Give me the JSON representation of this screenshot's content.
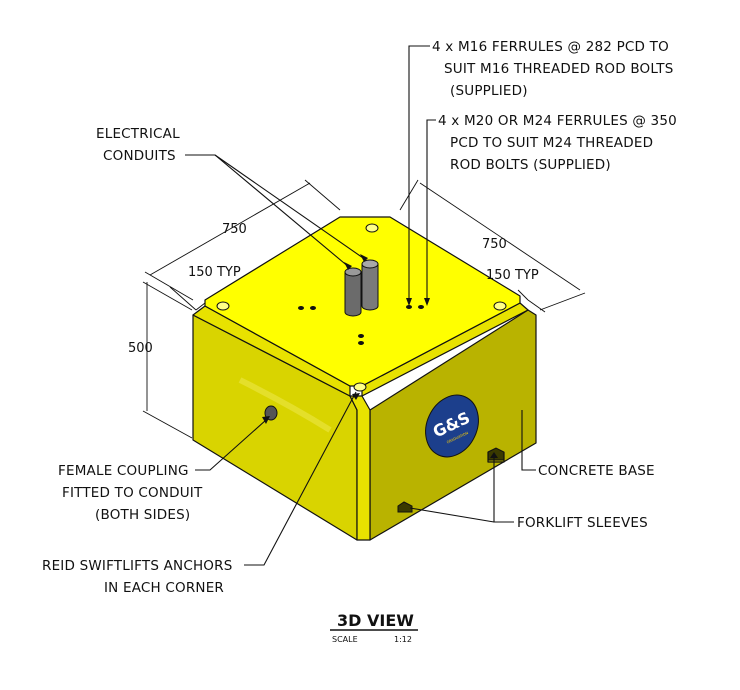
{
  "annotations": {
    "ferrules_m16": [
      "4 x M16 FERRULES @ 282 PCD TO",
      "SUIT M16 THREADED ROD BOLTS",
      "(SUPPLIED)"
    ],
    "ferrules_m20": [
      "4 x M20 OR M24 FERRULES @ 350",
      "PCD TO SUIT M24 THREADED",
      "ROD BOLTS (SUPPLIED)"
    ],
    "electrical_conduits": [
      "ELECTRICAL",
      "CONDUITS"
    ],
    "female_coupling": [
      "FEMALE COUPLING",
      "FITTED TO CONDUIT",
      "(BOTH SIDES)"
    ],
    "reid_swiftlifts": [
      "REID SWIFTLIFTS ANCHORS",
      "IN EACH CORNER"
    ],
    "concrete_base": "CONCRETE BASE",
    "forklift_sleeves": "FORKLIFT SLEEVES"
  },
  "dimensions": {
    "width_left": "750",
    "width_right": "750",
    "height": "500",
    "chamfer_left": "150 TYP",
    "chamfer_right": "150 TYP"
  },
  "logo": {
    "text": "G&S",
    "subtext": "GRADUATION"
  },
  "view": {
    "title": "3D VIEW",
    "scale_label": "SCALE",
    "scale_value": "1:12"
  },
  "colors": {
    "top_face": "#ffff00",
    "left_face": "#d9d400",
    "right_face": "#b9b300",
    "chamfer_face": "#e8e200",
    "logo_blue": "#1c3f8c"
  }
}
